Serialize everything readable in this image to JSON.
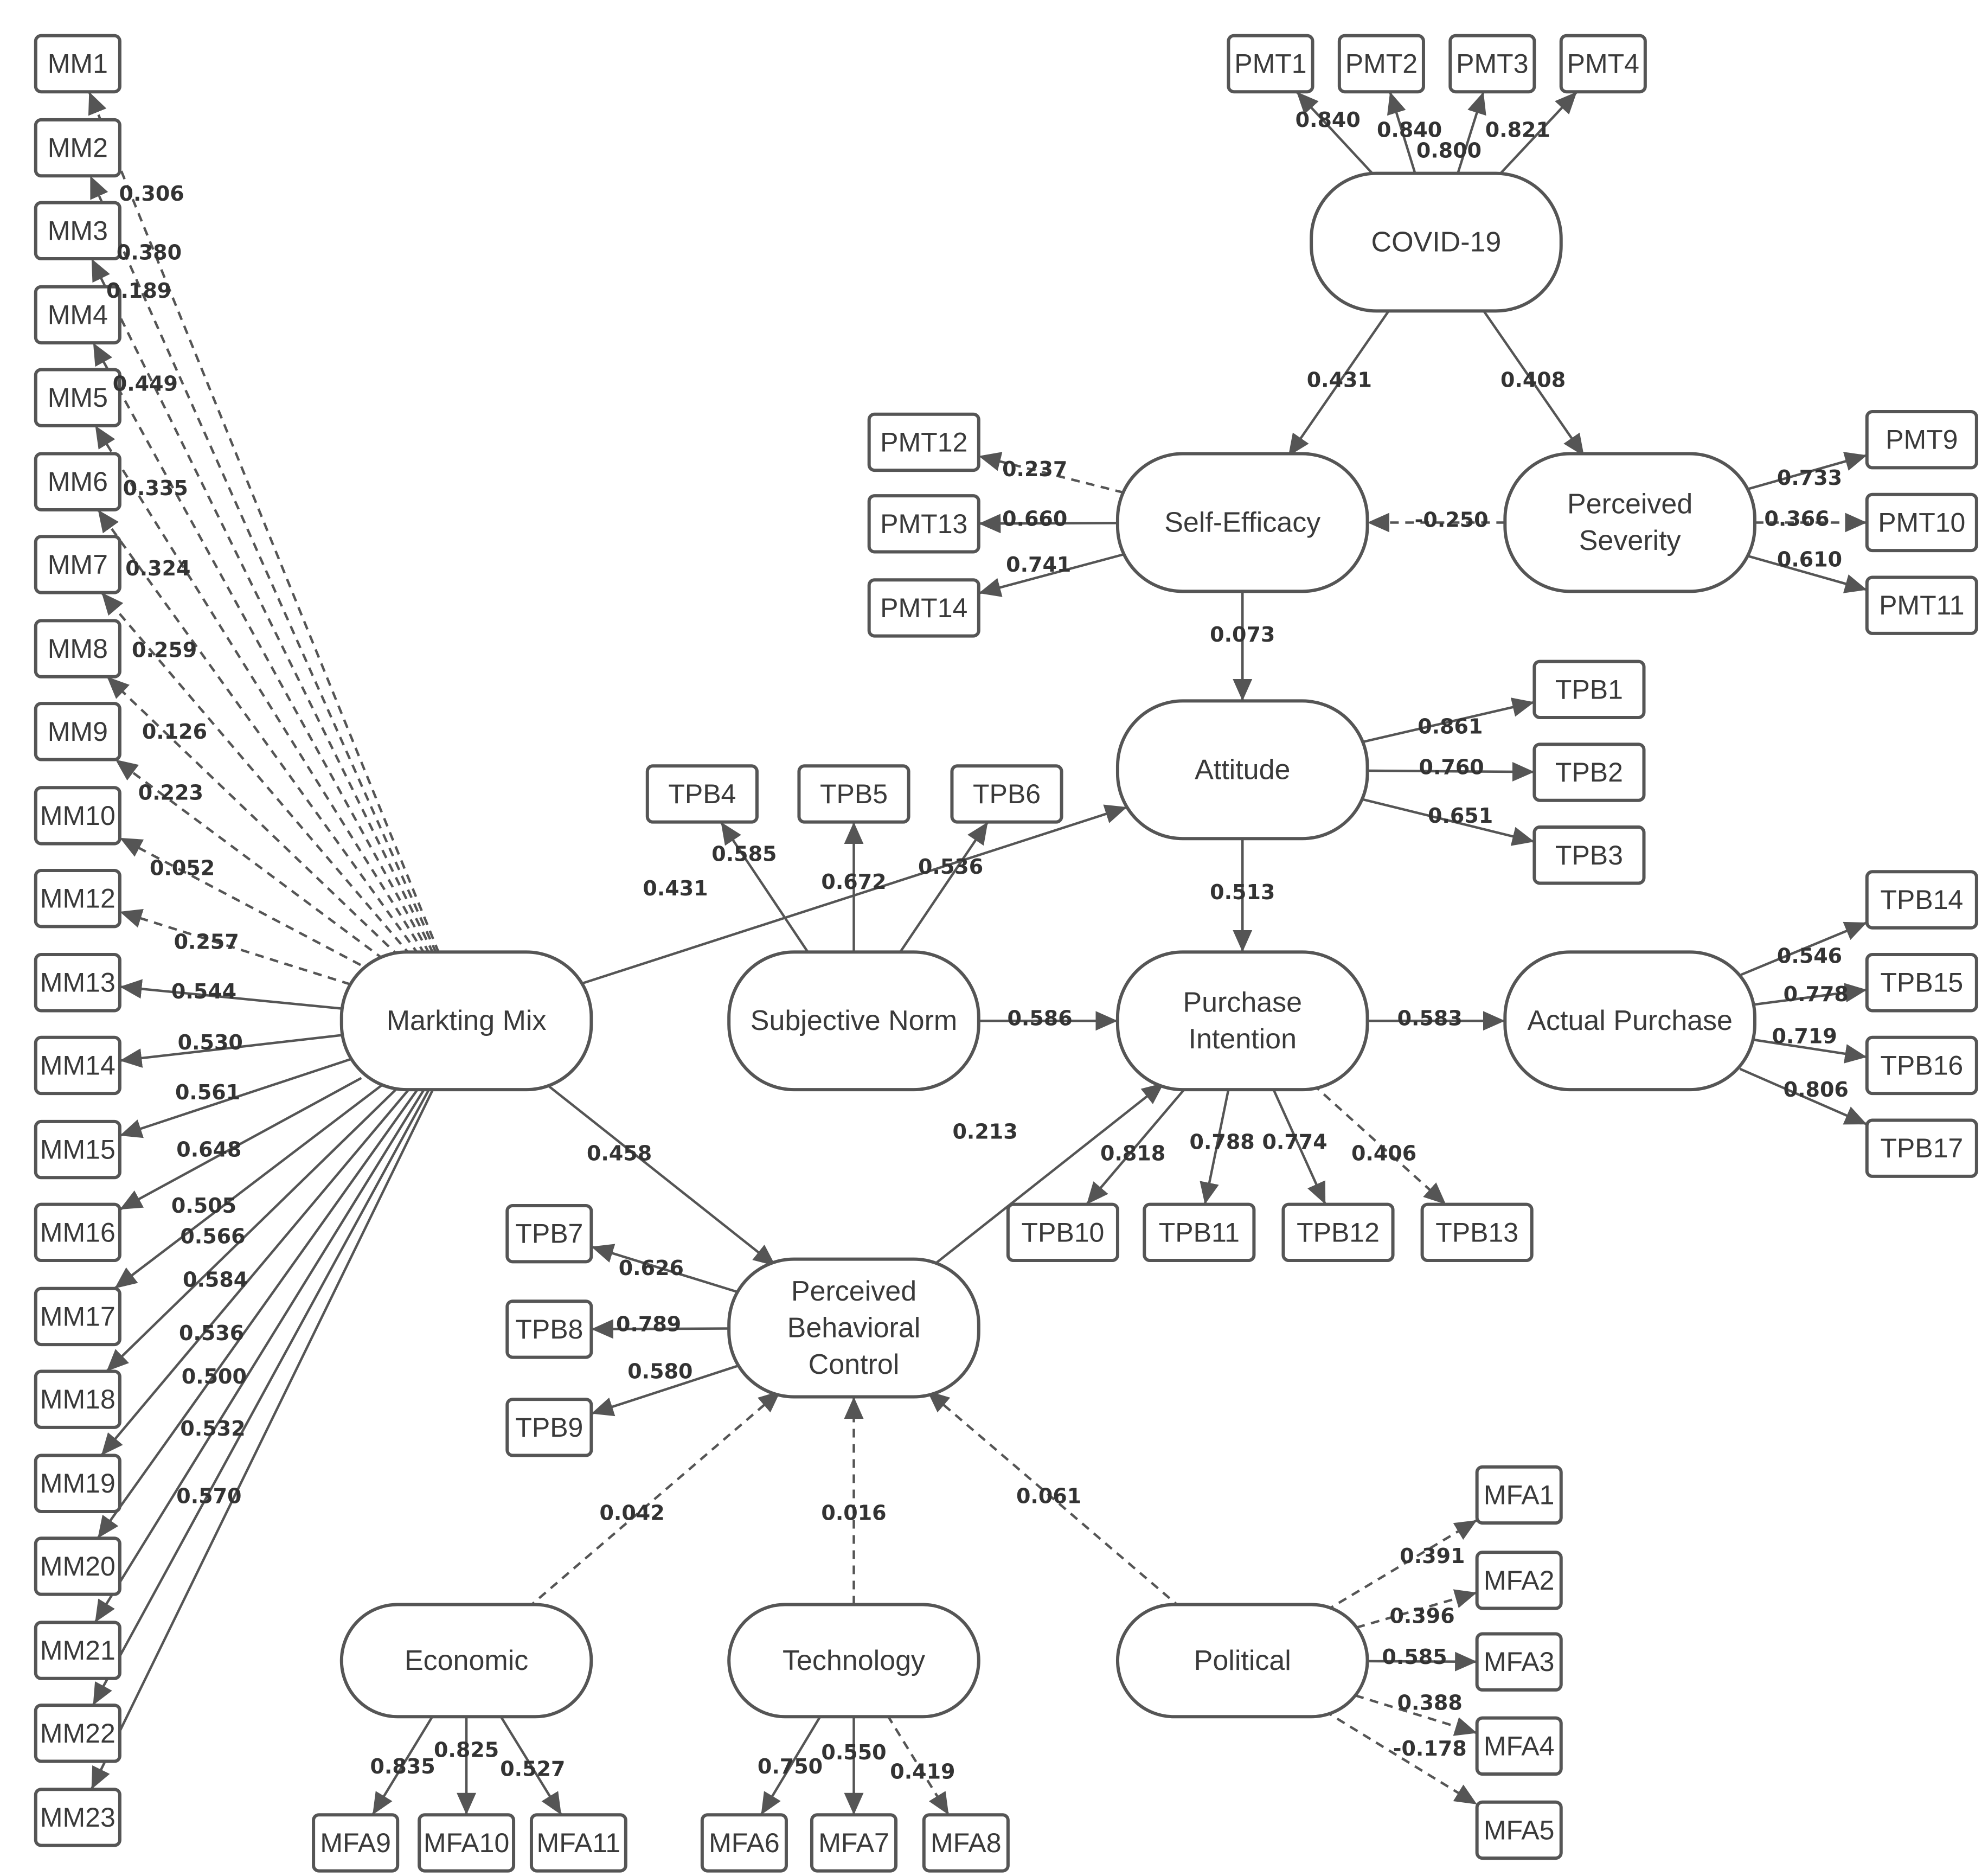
{
  "colors": {
    "stroke": "#555555",
    "text": "#3a3a3a",
    "background": "#ffffff"
  },
  "diagram": {
    "nodes": [
      {
        "id": "MM1",
        "label": "MM1",
        "shape": "box"
      },
      {
        "id": "MM2",
        "label": "MM2",
        "shape": "box"
      },
      {
        "id": "MM3",
        "label": "MM3",
        "shape": "box"
      },
      {
        "id": "MM4",
        "label": "MM4",
        "shape": "box"
      },
      {
        "id": "MM5",
        "label": "MM5",
        "shape": "box"
      },
      {
        "id": "MM6",
        "label": "MM6",
        "shape": "box"
      },
      {
        "id": "MM7",
        "label": "MM7",
        "shape": "box"
      },
      {
        "id": "MM8",
        "label": "MM8",
        "shape": "box"
      },
      {
        "id": "MM9",
        "label": "MM9",
        "shape": "box"
      },
      {
        "id": "MM10",
        "label": "MM10",
        "shape": "box"
      },
      {
        "id": "MM12",
        "label": "MM12",
        "shape": "box"
      },
      {
        "id": "MM13",
        "label": "MM13",
        "shape": "box"
      },
      {
        "id": "MM14",
        "label": "MM14",
        "shape": "box"
      },
      {
        "id": "MM15",
        "label": "MM15",
        "shape": "box"
      },
      {
        "id": "MM16",
        "label": "MM16",
        "shape": "box"
      },
      {
        "id": "MM17",
        "label": "MM17",
        "shape": "box"
      },
      {
        "id": "MM18",
        "label": "MM18",
        "shape": "box"
      },
      {
        "id": "MM19",
        "label": "MM19",
        "shape": "box"
      },
      {
        "id": "MM20",
        "label": "MM20",
        "shape": "box"
      },
      {
        "id": "MM21",
        "label": "MM21",
        "shape": "box"
      },
      {
        "id": "MM22",
        "label": "MM22",
        "shape": "box"
      },
      {
        "id": "MM23",
        "label": "MM23",
        "shape": "box"
      },
      {
        "id": "PMT1",
        "label": "PMT1",
        "shape": "box"
      },
      {
        "id": "PMT2",
        "label": "PMT2",
        "shape": "box"
      },
      {
        "id": "PMT3",
        "label": "PMT3",
        "shape": "box"
      },
      {
        "id": "PMT4",
        "label": "PMT4",
        "shape": "box"
      },
      {
        "id": "COVID",
        "label": "COVID-19",
        "shape": "pill"
      },
      {
        "id": "PMT12",
        "label": "PMT12",
        "shape": "box"
      },
      {
        "id": "PMT13",
        "label": "PMT13",
        "shape": "box"
      },
      {
        "id": "PMT14",
        "label": "PMT14",
        "shape": "box"
      },
      {
        "id": "SE",
        "label": "Self-Efficacy",
        "shape": "pill"
      },
      {
        "id": "PS",
        "label": "Perceived\nSeverity",
        "shape": "pill"
      },
      {
        "id": "PMT9",
        "label": "PMT9",
        "shape": "box"
      },
      {
        "id": "PMT10",
        "label": "PMT10",
        "shape": "box"
      },
      {
        "id": "PMT11",
        "label": "PMT11",
        "shape": "box"
      },
      {
        "id": "ATT",
        "label": "Attitude",
        "shape": "pill"
      },
      {
        "id": "TPB1",
        "label": "TPB1",
        "shape": "box"
      },
      {
        "id": "TPB2",
        "label": "TPB2",
        "shape": "box"
      },
      {
        "id": "TPB3",
        "label": "TPB3",
        "shape": "box"
      },
      {
        "id": "TPB4",
        "label": "TPB4",
        "shape": "box"
      },
      {
        "id": "TPB5",
        "label": "TPB5",
        "shape": "box"
      },
      {
        "id": "TPB6",
        "label": "TPB6",
        "shape": "box"
      },
      {
        "id": "MIX",
        "label": "Markting Mix",
        "shape": "pill"
      },
      {
        "id": "SN",
        "label": "Subjective Norm",
        "shape": "pill"
      },
      {
        "id": "PI",
        "label": "Purchase\nIntention",
        "shape": "pill"
      },
      {
        "id": "AP",
        "label": "Actual Purchase",
        "shape": "pill"
      },
      {
        "id": "TPB14",
        "label": "TPB14",
        "shape": "box"
      },
      {
        "id": "TPB15",
        "label": "TPB15",
        "shape": "box"
      },
      {
        "id": "TPB16",
        "label": "TPB16",
        "shape": "box"
      },
      {
        "id": "TPB17",
        "label": "TPB17",
        "shape": "box"
      },
      {
        "id": "TPB10",
        "label": "TPB10",
        "shape": "box"
      },
      {
        "id": "TPB11",
        "label": "TPB11",
        "shape": "box"
      },
      {
        "id": "TPB12",
        "label": "TPB12",
        "shape": "box"
      },
      {
        "id": "TPB13",
        "label": "TPB13",
        "shape": "box"
      },
      {
        "id": "TPB7",
        "label": "TPB7",
        "shape": "box"
      },
      {
        "id": "TPB8",
        "label": "TPB8",
        "shape": "box"
      },
      {
        "id": "TPB9",
        "label": "TPB9",
        "shape": "box"
      },
      {
        "id": "PBC",
        "label": "Perceived\nBehavioral\nControl",
        "shape": "pill"
      },
      {
        "id": "ECO",
        "label": "Economic",
        "shape": "pill"
      },
      {
        "id": "TECH",
        "label": "Technology",
        "shape": "pill"
      },
      {
        "id": "POL",
        "label": "Political",
        "shape": "pill"
      },
      {
        "id": "MFA1",
        "label": "MFA1",
        "shape": "box"
      },
      {
        "id": "MFA2",
        "label": "MFA2",
        "shape": "box"
      },
      {
        "id": "MFA3",
        "label": "MFA3",
        "shape": "box"
      },
      {
        "id": "MFA4",
        "label": "MFA4",
        "shape": "box"
      },
      {
        "id": "MFA5",
        "label": "MFA5",
        "shape": "box"
      },
      {
        "id": "MFA9",
        "label": "MFA9",
        "shape": "box"
      },
      {
        "id": "MFA10",
        "label": "MFA10",
        "shape": "box"
      },
      {
        "id": "MFA11",
        "label": "MFA11",
        "shape": "box"
      },
      {
        "id": "MFA6",
        "label": "MFA6",
        "shape": "box"
      },
      {
        "id": "MFA7",
        "label": "MFA7",
        "shape": "box"
      },
      {
        "id": "MFA8",
        "label": "MFA8",
        "shape": "box"
      }
    ],
    "edges": [
      {
        "from": "MIX",
        "to": "MM1",
        "label": "0.306",
        "style": "dashed"
      },
      {
        "from": "MIX",
        "to": "MM2",
        "label": "0.380",
        "style": "dashed"
      },
      {
        "from": "MIX",
        "to": "MM3",
        "label": "0.189",
        "style": "dashed"
      },
      {
        "from": "MIX",
        "to": "MM4",
        "label": "0.449",
        "style": "dashed"
      },
      {
        "from": "MIX",
        "to": "MM5",
        "label": "0.335",
        "style": "dashed"
      },
      {
        "from": "MIX",
        "to": "MM6",
        "label": "0.324",
        "style": "dashed"
      },
      {
        "from": "MIX",
        "to": "MM7",
        "label": "0.259",
        "style": "dashed"
      },
      {
        "from": "MIX",
        "to": "MM8",
        "label": "0.126",
        "style": "dashed"
      },
      {
        "from": "MIX",
        "to": "MM9",
        "label": "0.223",
        "style": "dashed"
      },
      {
        "from": "MIX",
        "to": "MM10",
        "label": "0.052",
        "style": "dashed"
      },
      {
        "from": "MIX",
        "to": "MM12",
        "label": "0.257",
        "style": "dashed"
      },
      {
        "from": "MIX",
        "to": "MM13",
        "label": "0.544",
        "style": "solid"
      },
      {
        "from": "MIX",
        "to": "MM14",
        "label": "0.530",
        "style": "solid"
      },
      {
        "from": "MIX",
        "to": "MM15",
        "label": "0.561",
        "style": "solid"
      },
      {
        "from": "MIX",
        "to": "MM16",
        "label": "0.648",
        "style": "solid"
      },
      {
        "from": "MIX",
        "to": "MM17",
        "label": "0.505",
        "style": "solid"
      },
      {
        "from": "MIX",
        "to": "MM18",
        "label": "0.566",
        "style": "solid"
      },
      {
        "from": "MIX",
        "to": "MM19",
        "label": "0.584",
        "style": "solid"
      },
      {
        "from": "MIX",
        "to": "MM20",
        "label": "0.536",
        "style": "solid"
      },
      {
        "from": "MIX",
        "to": "MM21",
        "label": "0.500",
        "style": "solid"
      },
      {
        "from": "MIX",
        "to": "MM22",
        "label": "0.532",
        "style": "solid"
      },
      {
        "from": "MIX",
        "to": "MM23",
        "label": "0.570",
        "style": "solid"
      },
      {
        "from": "COVID",
        "to": "PMT1",
        "label": "0.840",
        "style": "solid"
      },
      {
        "from": "COVID",
        "to": "PMT2",
        "label": "0.840",
        "style": "solid"
      },
      {
        "from": "COVID",
        "to": "PMT3",
        "label": "0.800",
        "style": "solid"
      },
      {
        "from": "COVID",
        "to": "PMT4",
        "label": "0.821",
        "style": "solid"
      },
      {
        "from": "COVID",
        "to": "SE",
        "label": "0.431",
        "style": "solid"
      },
      {
        "from": "COVID",
        "to": "PS",
        "label": "0.408",
        "style": "solid"
      },
      {
        "from": "SE",
        "to": "PMT12",
        "label": "0.237",
        "style": "dashed"
      },
      {
        "from": "SE",
        "to": "PMT13",
        "label": "0.660",
        "style": "solid"
      },
      {
        "from": "SE",
        "to": "PMT14",
        "label": "0.741",
        "style": "solid"
      },
      {
        "from": "PS",
        "to": "SE",
        "label": "-0.250",
        "style": "dashed"
      },
      {
        "from": "PS",
        "to": "PMT9",
        "label": "0.733",
        "style": "solid"
      },
      {
        "from": "PS",
        "to": "PMT10",
        "label": "0.366",
        "style": "dashed"
      },
      {
        "from": "PS",
        "to": "PMT11",
        "label": "0.610",
        "style": "solid"
      },
      {
        "from": "SE",
        "to": "ATT",
        "label": "0.073",
        "style": "solid"
      },
      {
        "from": "ATT",
        "to": "TPB1",
        "label": "0.861",
        "style": "solid"
      },
      {
        "from": "ATT",
        "to": "TPB2",
        "label": "0.760",
        "style": "solid"
      },
      {
        "from": "ATT",
        "to": "TPB3",
        "label": "0.651",
        "style": "solid"
      },
      {
        "from": "MIX",
        "to": "ATT",
        "label": "0.431",
        "style": "solid"
      },
      {
        "from": "SN",
        "to": "TPB4",
        "label": "0.585",
        "style": "solid"
      },
      {
        "from": "SN",
        "to": "TPB5",
        "label": "0.672",
        "style": "solid"
      },
      {
        "from": "SN",
        "to": "TPB6",
        "label": "0.536",
        "style": "solid"
      },
      {
        "from": "ATT",
        "to": "PI",
        "label": "0.513",
        "style": "solid"
      },
      {
        "from": "SN",
        "to": "PI",
        "label": "0.586",
        "style": "solid"
      },
      {
        "from": "PI",
        "to": "AP",
        "label": "0.583",
        "style": "solid"
      },
      {
        "from": "AP",
        "to": "TPB14",
        "label": "0.546",
        "style": "solid"
      },
      {
        "from": "AP",
        "to": "TPB15",
        "label": "0.778",
        "style": "solid"
      },
      {
        "from": "AP",
        "to": "TPB16",
        "label": "0.719",
        "style": "solid"
      },
      {
        "from": "AP",
        "to": "TPB17",
        "label": "0.806",
        "style": "solid"
      },
      {
        "from": "PI",
        "to": "TPB10",
        "label": "0.818",
        "style": "solid"
      },
      {
        "from": "PI",
        "to": "TPB11",
        "label": "0.788",
        "style": "solid"
      },
      {
        "from": "PI",
        "to": "TPB12",
        "label": "0.774",
        "style": "solid"
      },
      {
        "from": "PI",
        "to": "TPB13",
        "label": "0.406",
        "style": "dashed"
      },
      {
        "from": "MIX",
        "to": "PBC",
        "label": "0.458",
        "style": "solid"
      },
      {
        "from": "PBC",
        "to": "PI",
        "label": "0.213",
        "style": "solid"
      },
      {
        "from": "PBC",
        "to": "TPB7",
        "label": "0.626",
        "style": "solid"
      },
      {
        "from": "PBC",
        "to": "TPB8",
        "label": "0.789",
        "style": "solid"
      },
      {
        "from": "PBC",
        "to": "TPB9",
        "label": "0.580",
        "style": "solid"
      },
      {
        "from": "ECO",
        "to": "PBC",
        "label": "0.042",
        "style": "dashed"
      },
      {
        "from": "TECH",
        "to": "PBC",
        "label": "0.016",
        "style": "dashed"
      },
      {
        "from": "POL",
        "to": "PBC",
        "label": "0.061",
        "style": "dashed"
      },
      {
        "from": "POL",
        "to": "MFA1",
        "label": "0.391",
        "style": "dashed"
      },
      {
        "from": "POL",
        "to": "MFA2",
        "label": "0.396",
        "style": "dashed"
      },
      {
        "from": "POL",
        "to": "MFA3",
        "label": "0.585",
        "style": "solid"
      },
      {
        "from": "POL",
        "to": "MFA4",
        "label": "0.388",
        "style": "dashed"
      },
      {
        "from": "POL",
        "to": "MFA5",
        "label": "-0.178",
        "style": "dashed"
      },
      {
        "from": "ECO",
        "to": "MFA9",
        "label": "0.835",
        "style": "solid"
      },
      {
        "from": "ECO",
        "to": "MFA10",
        "label": "0.825",
        "style": "solid"
      },
      {
        "from": "ECO",
        "to": "MFA11",
        "label": "0.527",
        "style": "solid"
      },
      {
        "from": "TECH",
        "to": "MFA6",
        "label": "0.750",
        "style": "solid"
      },
      {
        "from": "TECH",
        "to": "MFA7",
        "label": "0.550",
        "style": "solid"
      },
      {
        "from": "TECH",
        "to": "MFA8",
        "label": "0.419",
        "style": "dashed"
      }
    ]
  }
}
